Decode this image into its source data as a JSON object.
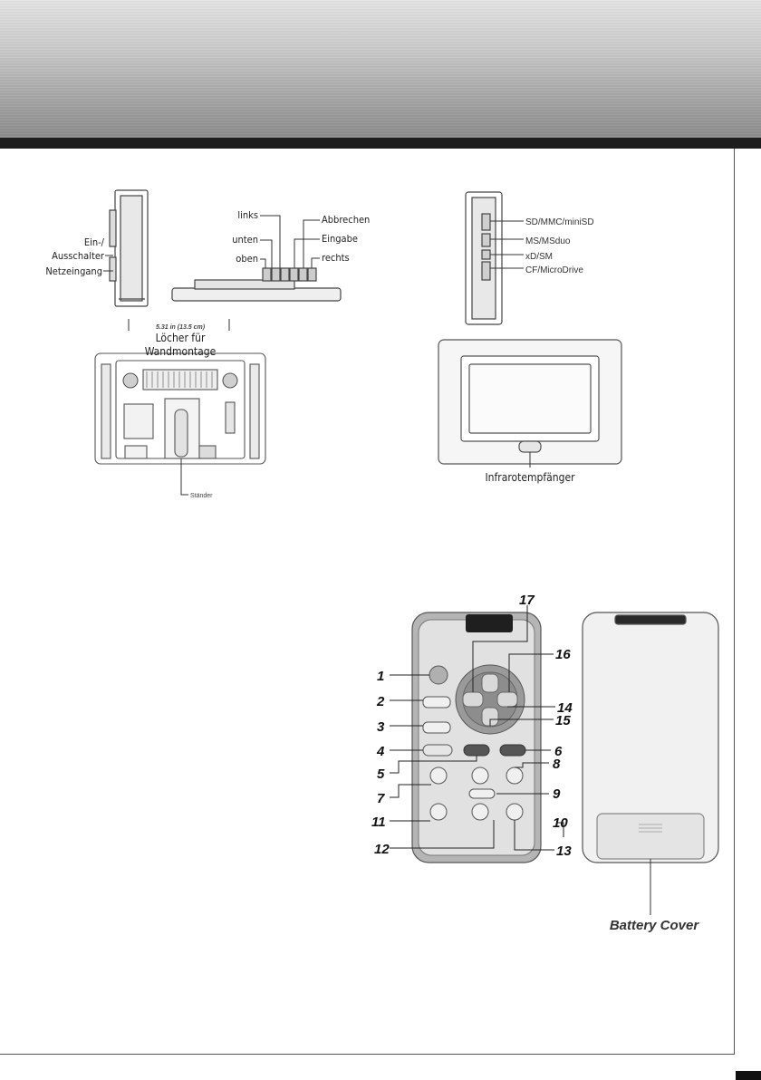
{
  "frame_side_view": {
    "power_switch_label": "Ein-/\nAusschalter",
    "power_switch_line1": "Ein-/",
    "power_switch_line2": "Ausschalter",
    "power_input_label": "Netzeingang"
  },
  "frame_top_view": {
    "left_label": "links",
    "down_label": "unten",
    "up_label": "oben",
    "cancel_label": "Abbrechen",
    "enter_label": "Eingabe",
    "right_label": "rechts"
  },
  "frame_back_view": {
    "dimension_label": "5.31 in (13.5 cm)",
    "wall_mount_line1": "Löcher für",
    "wall_mount_line2": "Wandmontage",
    "stand_label": "Ständer"
  },
  "card_slots": {
    "slot1": "SD/MMC/miniSD",
    "slot2": "MS/MSduo",
    "slot3": "xD/SM",
    "slot4": "CF/MicroDrive"
  },
  "frame_front_view": {
    "ir_receiver_label": "Infrarotempfänger"
  },
  "remote": {
    "callouts": [
      "1",
      "2",
      "3",
      "4",
      "5",
      "6",
      "7",
      "8",
      "9",
      "10",
      "11",
      "12",
      "13",
      "14",
      "15",
      "16",
      "17"
    ],
    "battery_cover_label": "Battery Cover"
  }
}
